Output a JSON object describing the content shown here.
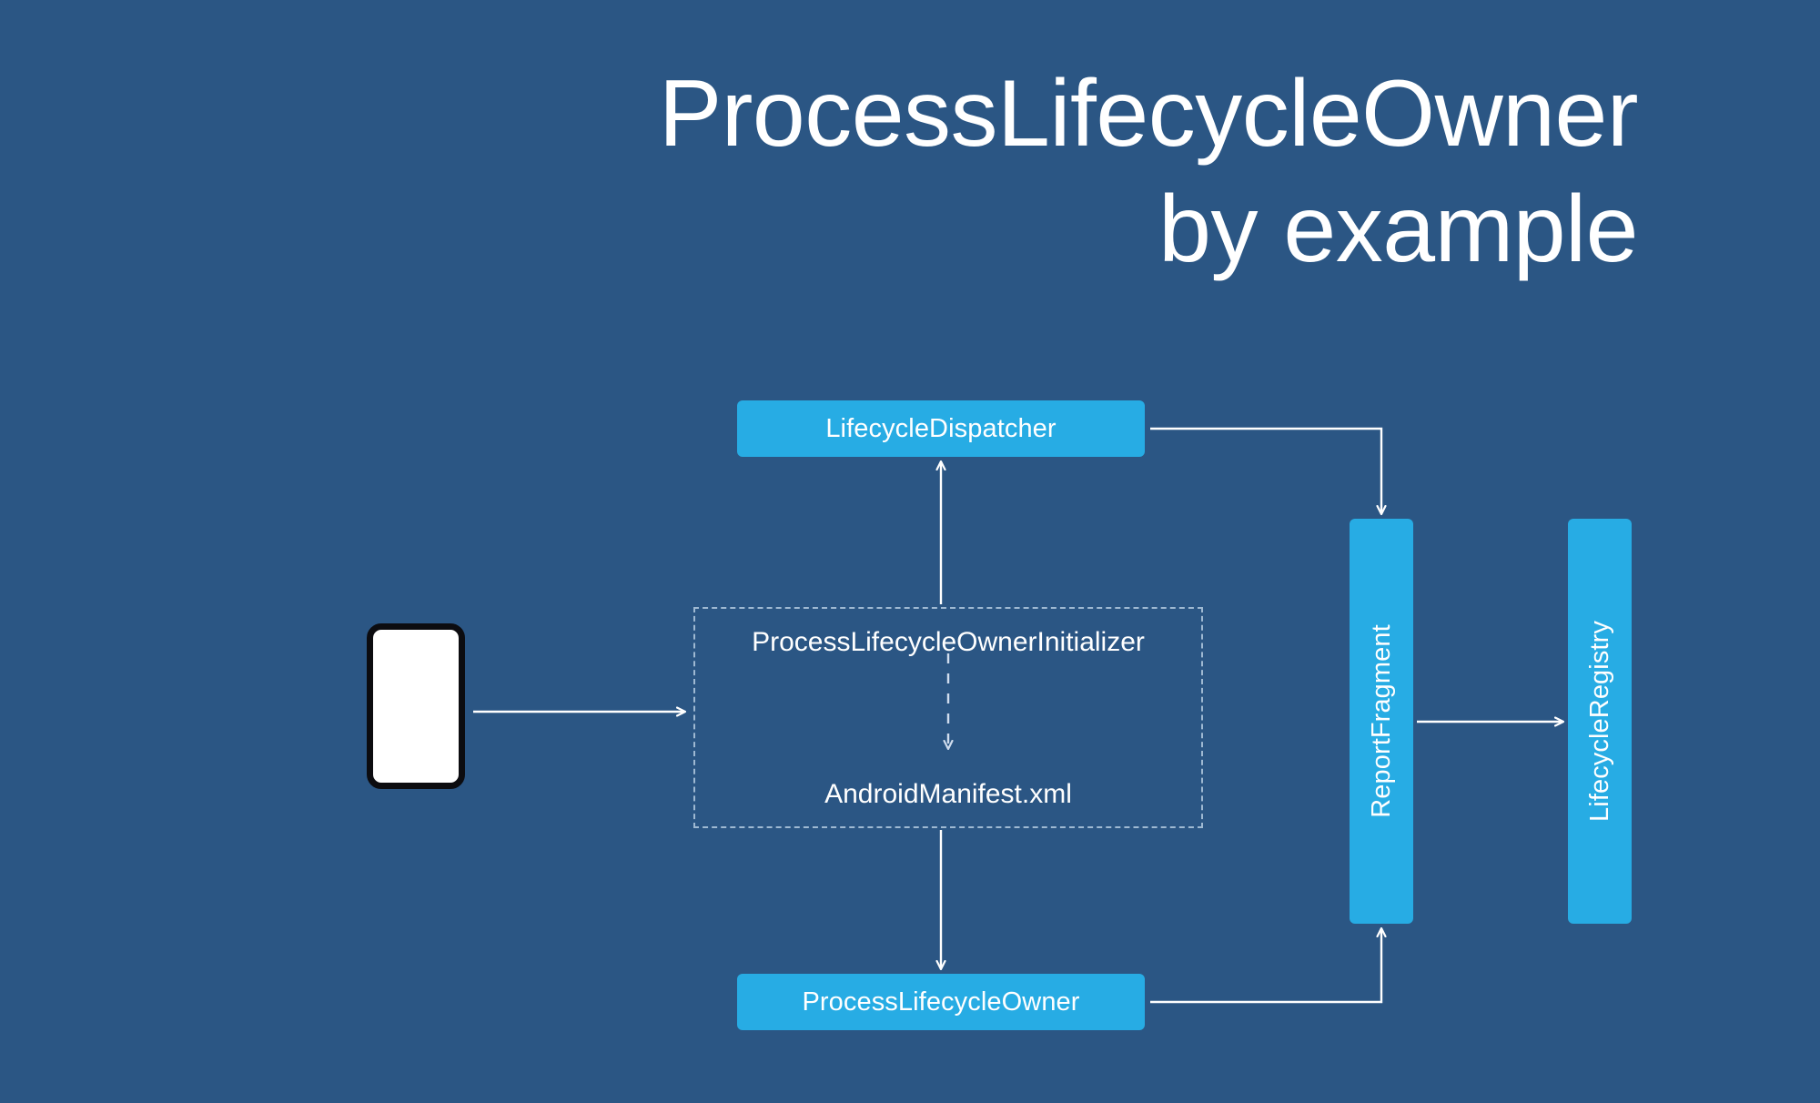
{
  "background_color": "#2b5684",
  "accent_color": "#27ace4",
  "title": {
    "line1": "ProcessLifecycleOwner",
    "line2": "by example"
  },
  "diagram": {
    "nodes": {
      "lifecycle_dispatcher": "LifecycleDispatcher",
      "process_lifecycle_owner": "ProcessLifecycleOwner",
      "report_fragment": "ReportFragment",
      "lifecycle_registry": "LifecycleRegistry"
    },
    "group": {
      "initializer": "ProcessLifecycleOwnerInitializer",
      "manifest": "AndroidManifest.xml"
    },
    "device": "phone-device",
    "edges": [
      {
        "from": "phone-device",
        "to": "ProcessLifecycleOwnerInitializer",
        "style": "solid",
        "direction": "right"
      },
      {
        "from": "ProcessLifecycleOwnerInitializer",
        "to": "AndroidManifest.xml",
        "style": "dashed",
        "direction": "down"
      },
      {
        "from": "ProcessLifecycleOwnerInitializer",
        "to": "LifecycleDispatcher",
        "style": "solid",
        "direction": "up"
      },
      {
        "from": "AndroidManifest.xml",
        "to": "ProcessLifecycleOwner",
        "style": "solid",
        "direction": "down"
      },
      {
        "from": "LifecycleDispatcher",
        "to": "ReportFragment",
        "style": "solid",
        "direction": "elbow-right-down"
      },
      {
        "from": "ProcessLifecycleOwner",
        "to": "ReportFragment",
        "style": "solid",
        "direction": "elbow-right-up"
      },
      {
        "from": "ReportFragment",
        "to": "LifecycleRegistry",
        "style": "solid",
        "direction": "right"
      }
    ]
  }
}
